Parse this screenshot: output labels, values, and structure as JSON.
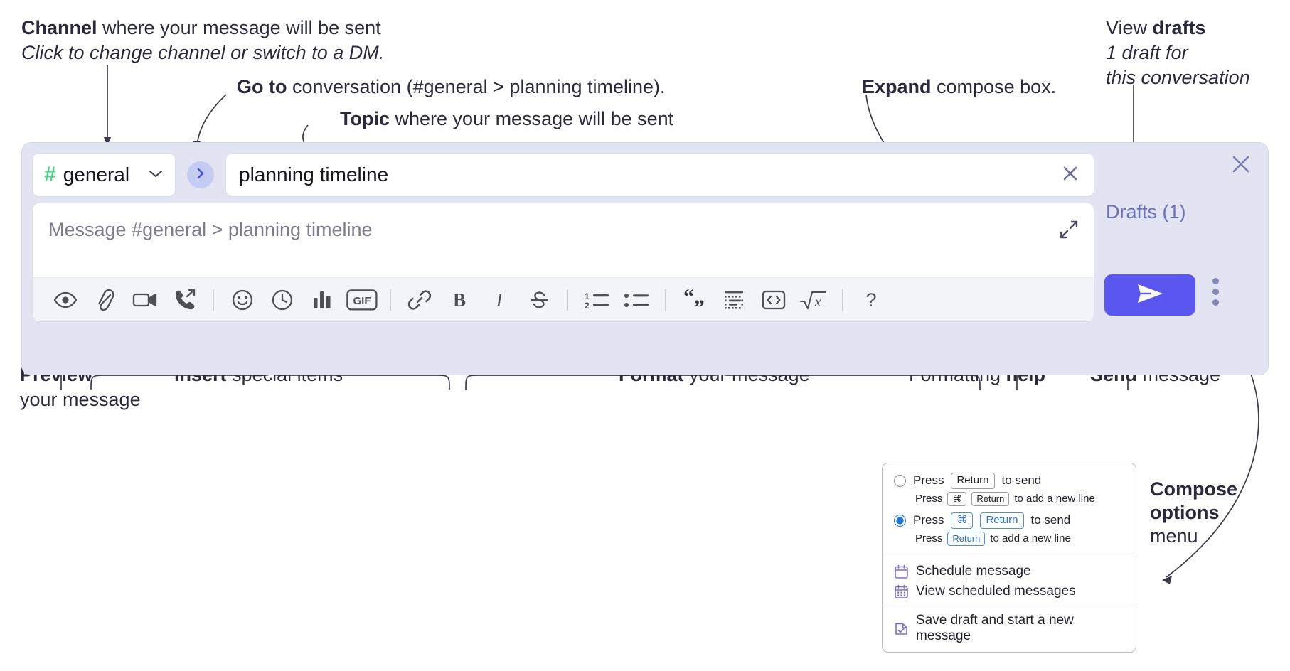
{
  "annotations": {
    "channel": {
      "bold": "Channel",
      "rest": " where your message will be sent",
      "sub": "Click to change channel or switch to a DM."
    },
    "goto": {
      "bold": "Go to",
      "rest": " conversation (#general > planning timeline)."
    },
    "topic": {
      "bold": "Topic",
      "rest": " where your message will be sent"
    },
    "expand": {
      "bold": "Expand",
      "rest": " compose box."
    },
    "drafts": {
      "pre": "View ",
      "bold": "drafts",
      "sub1": "1 draft for",
      "sub2": "this conversation"
    },
    "preview": {
      "bold": "Preview",
      "line2": "your message"
    },
    "insert": {
      "bold": "Insert",
      "rest": " special items"
    },
    "format": {
      "bold": "Format",
      "rest": " your message"
    },
    "formatting_help": {
      "pre": "Formatting ",
      "bold": "help"
    },
    "send": {
      "bold": "Send",
      "rest": " message"
    },
    "compose_options": {
      "bold1": "Compose",
      "bold2": "options",
      "rest": "menu"
    }
  },
  "compose": {
    "channel_name": "general",
    "hash_symbol": "#",
    "topic_value": "planning timeline",
    "message_placeholder": "Message #general > planning timeline",
    "drafts_label": "Drafts (1)",
    "icons": {
      "go_to": "chevron-right-icon",
      "channel_chevron": "chevron-down-icon",
      "topic_clear": "close-icon",
      "expand": "expand-icon",
      "panel_close": "close-icon",
      "send": "send-paper-plane-icon",
      "options": "kebab-menu-icon"
    },
    "toolbar": [
      {
        "name": "preview-button",
        "icon": "eye-icon"
      },
      {
        "name": "attach-file-button",
        "icon": "paperclip-icon"
      },
      {
        "name": "record-video-button",
        "icon": "video-camera-icon"
      },
      {
        "name": "record-audio-button",
        "icon": "phone-arrow-icon"
      },
      {
        "name": "separator-1",
        "icon": "separator"
      },
      {
        "name": "emoji-button",
        "icon": "smiley-icon"
      },
      {
        "name": "reminder-button",
        "icon": "clock-icon"
      },
      {
        "name": "poll-button",
        "icon": "bar-chart-icon"
      },
      {
        "name": "gif-button",
        "icon": "gif-icon"
      },
      {
        "name": "separator-2",
        "icon": "separator"
      },
      {
        "name": "link-button",
        "icon": "link-icon"
      },
      {
        "name": "bold-button",
        "icon": "bold-icon"
      },
      {
        "name": "italic-button",
        "icon": "italic-icon"
      },
      {
        "name": "strikethrough-button",
        "icon": "strikethrough-icon"
      },
      {
        "name": "separator-3",
        "icon": "separator"
      },
      {
        "name": "ordered-list-button",
        "icon": "numbered-list-icon"
      },
      {
        "name": "bulleted-list-button",
        "icon": "bulleted-list-icon"
      },
      {
        "name": "separator-4",
        "icon": "separator"
      },
      {
        "name": "blockquote-button",
        "icon": "quote-icon"
      },
      {
        "name": "code-block-button",
        "icon": "code-block-icon"
      },
      {
        "name": "inline-code-button",
        "icon": "code-brackets-icon"
      },
      {
        "name": "latex-button",
        "icon": "sqrt-x-icon"
      },
      {
        "name": "separator-5",
        "icon": "separator"
      },
      {
        "name": "formatting-help-button",
        "icon": "question-mark-icon"
      }
    ],
    "gif_label": "GIF",
    "bold_label": "B",
    "italic_label": "I",
    "help_label": "?"
  },
  "menu": {
    "option1": {
      "pre": "Press ",
      "key": "Return",
      "post": " to send",
      "selected": false
    },
    "option1_sub": {
      "pre": "Press ",
      "key1": "⌘",
      "key2": "Return",
      "post": " to add a new line"
    },
    "option2": {
      "pre": "Press ",
      "key1": "⌘",
      "key2": "Return",
      "post": " to send",
      "selected": true
    },
    "option2_sub": {
      "pre": "Press ",
      "key": "Return",
      "post": " to add a new line"
    },
    "items": [
      {
        "label": "Schedule message",
        "icon": "calendar-icon"
      },
      {
        "label": "View scheduled messages",
        "icon": "calendar-grid-icon"
      },
      {
        "label": "Save draft and start a new message",
        "icon": "draft-check-icon"
      }
    ]
  },
  "colors": {
    "panel_bg": "#e2e4f2",
    "accent_purple": "#5a57f0",
    "drafts_text": "#6a6fc0",
    "hash_green": "#4ed38a",
    "radio_blue": "#1a74e8",
    "menu_icon_purple": "#7b6fd0"
  }
}
